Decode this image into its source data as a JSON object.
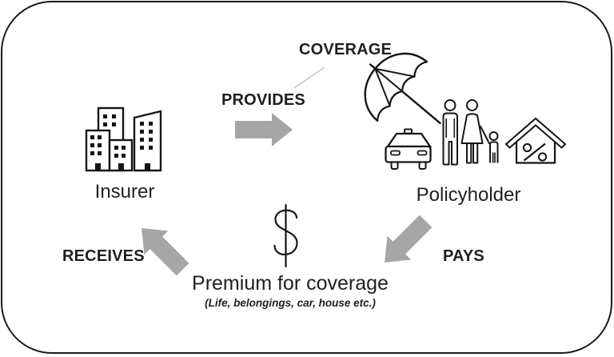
{
  "diagram": {
    "top_label": "COVERAGE",
    "flow": {
      "provides": "PROVIDES",
      "pays": "PAYS",
      "receives": "RECEIVES"
    },
    "entities": {
      "insurer": "Insurer",
      "policyholder": "Policyholder"
    },
    "premium": {
      "title": "Premium for coverage",
      "subtitle": "(Life, belongings, car, house etc.)",
      "symbol": "$"
    },
    "icons": {
      "insurer": "buildings-icon",
      "policyholder": "umbrella-icon car-icon family-icon house-percent-icon",
      "premium": "dollar-sign-icon"
    },
    "colors": {
      "arrow_fill": "#a6a6a6",
      "text": "#1f1f1f",
      "icon_stroke": "#151515",
      "border": "#1a1a1a",
      "connector": "#bbbbbb",
      "background": "#ffffff"
    }
  }
}
